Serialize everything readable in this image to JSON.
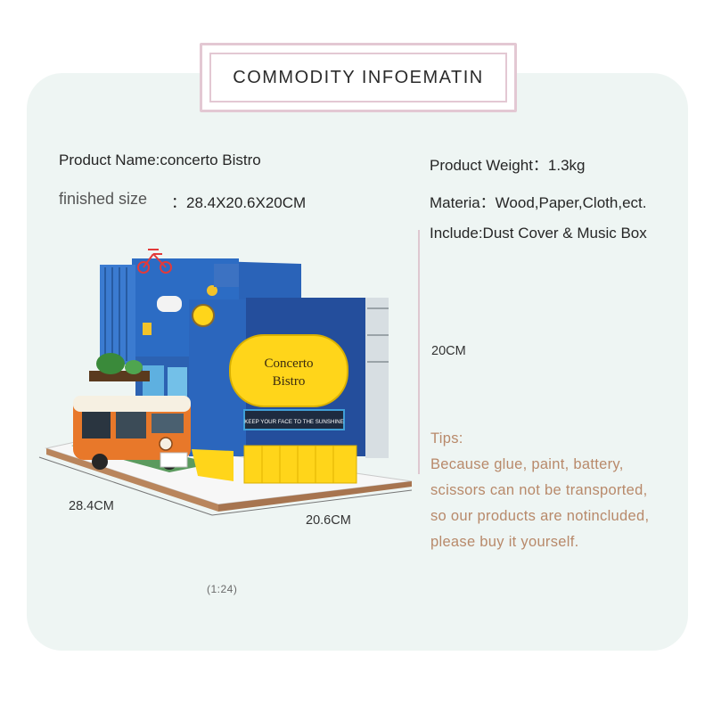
{
  "header": {
    "title": "COMMODITY  INFOEMATIN"
  },
  "specs": {
    "product_name": "Product Name:concerto Bistro",
    "finished_size_label": "finished size",
    "finished_size_value": "：28.4X20.6X20CM",
    "weight": "Product Weight：1.3kg",
    "material": "Materia：Wood,Paper,Cloth,ect.",
    "include": "Include:Dust Cover & Music Box"
  },
  "dimensions": {
    "height": "20CM",
    "length": "28.4CM",
    "width": "20.6CM",
    "scale": "(1:24)"
  },
  "sign": {
    "line1": "Concerto",
    "line2": "Bistro",
    "banner": "KEEP YOUR FACE TO THE SUNSHINE"
  },
  "tips": {
    "heading": "Tips:",
    "line1": "Because glue, paint, battery,",
    "line2": "scissors can not be transported,",
    "line3": "so our products are notincluded,",
    "line4": "please buy it yourself."
  },
  "colors": {
    "container_blue": "#2a63b8",
    "sign_yellow": "#ffd51a",
    "tips_text": "#b8896a",
    "van_orange": "#e8782a"
  }
}
